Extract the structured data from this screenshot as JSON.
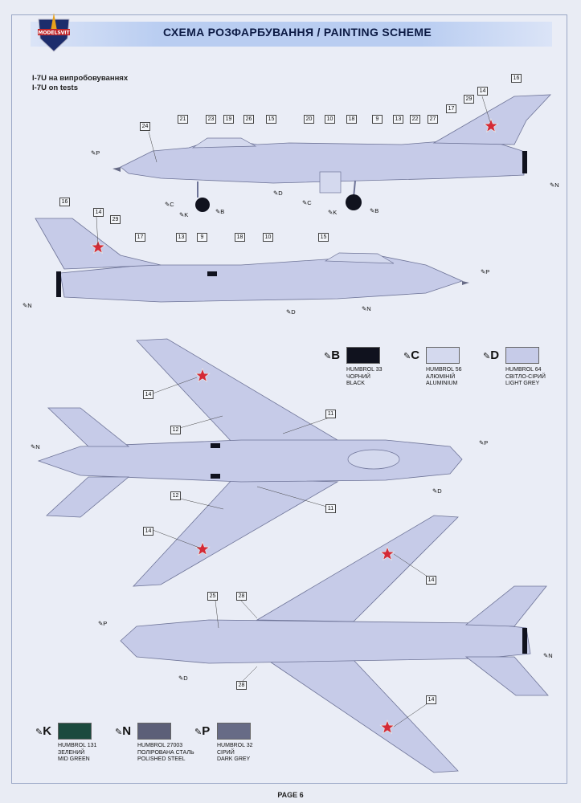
{
  "header": {
    "title": "СХЕМА РОЗФАРБУВАННЯ  / PAINTING  SCHEME",
    "logo_text": "MODELSVIT"
  },
  "subtitle": {
    "line1": "I-7U на випробовуваннях",
    "line2": "I-7U on tests"
  },
  "colors": {
    "B": {
      "letter": "B",
      "line1": "HUMBROL 33",
      "line2": "ЧОРНИЙ",
      "line3": "BLACK",
      "hex": "#10121e"
    },
    "C": {
      "letter": "C",
      "line1": "HUMBROL 56",
      "line2": "АЛЮМІНІЙ",
      "line3": "ALUMINIUM",
      "hex": "#d4d9ee"
    },
    "D": {
      "letter": "D",
      "line1": "HUMBROL 64",
      "line2": "СВІТЛО-СІРИЙ",
      "line3": "LIGHT GREY",
      "hex": "#c6cbe8"
    },
    "K": {
      "letter": "K",
      "line1": "HUMBROL 131",
      "line2": "ЗЕЛЕНИЙ",
      "line3": "MID GREEN",
      "hex": "#1b4a3e"
    },
    "N": {
      "letter": "N",
      "line1": "HUMBROL 27003",
      "line2": "ПОЛІРОВАНА СТАЛЬ",
      "line3": "POLISHED STEEL",
      "hex": "#5c5f78"
    },
    "P": {
      "letter": "P",
      "line1": "HUMBROL 32",
      "line2": "СІРИЙ",
      "line3": "DARK GREY",
      "hex": "#676b86"
    }
  },
  "markers": [
    "21",
    "23",
    "19",
    "26",
    "15",
    "20",
    "10",
    "18",
    "9",
    "13",
    "22",
    "27",
    "17",
    "29",
    "14",
    "16",
    "24",
    "12",
    "11",
    "25",
    "28"
  ],
  "paint_labels": {
    "P": "P",
    "D": "D",
    "C": "C",
    "K": "K",
    "B": "B",
    "N": "N"
  },
  "footer": {
    "page": "PAGE 6"
  }
}
